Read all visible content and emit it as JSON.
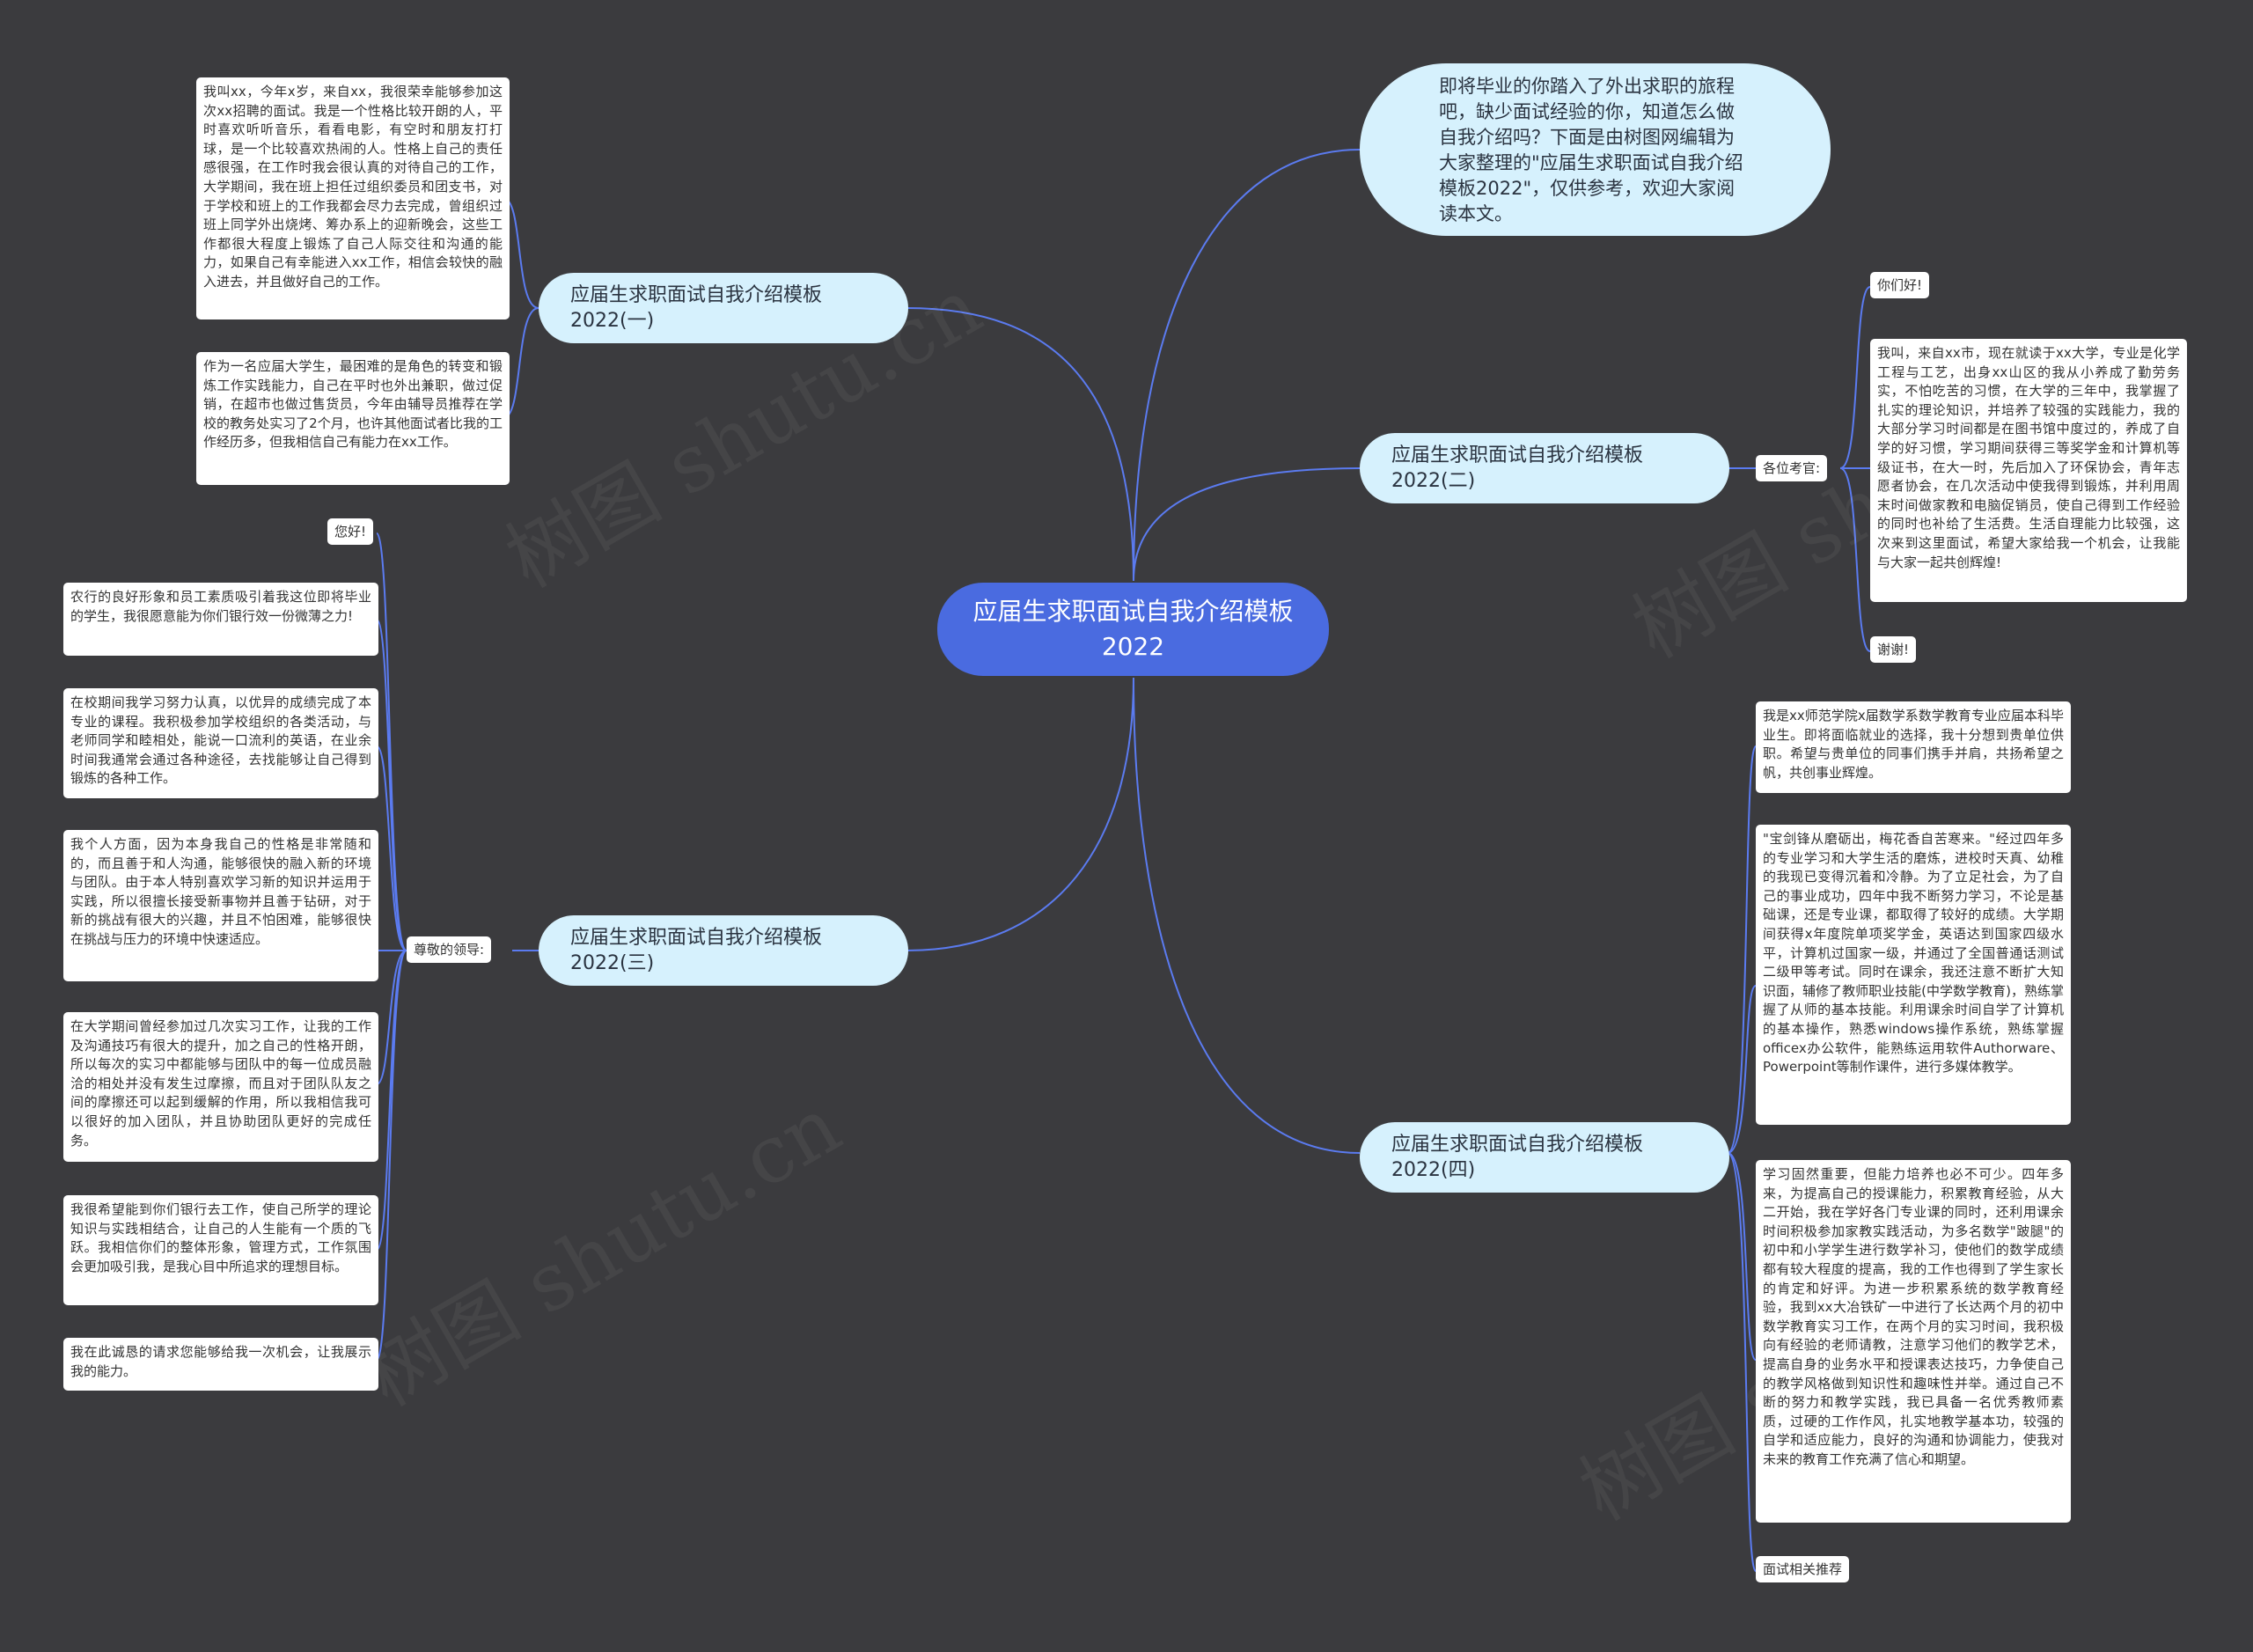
{
  "central": "应届生求职面试自我介绍模板2022",
  "intro": "即将毕业的你踏入了外出求职的旅程吧，缺少面试经验的你，知道怎么做自我介绍吗？下面是由树图网编辑为大家整理的\"应届生求职面试自我介绍模板2022\"，仅供参考，欢迎大家阅读本文。",
  "b1": {
    "title": "应届生求职面试自我介绍模板2022(一)",
    "leaves": [
      "我叫xx，今年x岁，来自xx，我很荣幸能够参加这次xx招聘的面试。我是一个性格比较开朗的人，平时喜欢听听音乐，看看电影，有空时和朋友打打球，是一个比较喜欢热闹的人。性格上自己的责任感很强，在工作时我会很认真的对待自己的工作，大学期间，我在班上担任过组织委员和团支书，对于学校和班上的工作我都会尽力去完成，曾组织过班上同学外出烧烤、筹办系上的迎新晚会，这些工作都很大程度上锻炼了自己人际交往和沟通的能力，如果自己有幸能进入xx工作，相信会较快的融入进去，并且做好自己的工作。",
      "作为一名应届大学生，最困难的是角色的转变和锻炼工作实践能力，自己在平时也外出兼职，做过促销，在超市也做过售货员，今年由辅导员推荐在学校的教务处实习了2个月，也许其他面试者比我的工作经历多，但我相信自己有能力在xx工作。"
    ]
  },
  "b2": {
    "title": "应届生求职面试自我介绍模板2022(二)",
    "sub": "各位考官:",
    "leaves": [
      "你们好!",
      "我叫，来自xx市，现在就读于xx大学，专业是化学工程与工艺，出身xx山区的我从小养成了勤劳务实，不怕吃苦的习惯，在大学的三年中，我掌握了扎实的理论知识，并培养了较强的实践能力，我的大部分学习时间都是在图书馆中度过的，养成了自学的好习惯，学习期间获得三等奖学金和计算机等级证书，在大一时，先后加入了环保协会，青年志愿者协会，在几次活动中使我得到锻炼，并利用周末时间做家教和电脑促销员，使自己得到工作经验的同时也补给了生活费。生活自理能力比较强，这次来到这里面试，希望大家给我一个机会，让我能与大家一起共创辉煌!",
      "谢谢!"
    ]
  },
  "b3": {
    "title": "应届生求职面试自我介绍模板2022(三)",
    "sub": "尊敬的领导:",
    "leaves": [
      "您好!",
      "农行的良好形象和员工素质吸引着我这位即将毕业的学生，我很愿意能为你们银行效一份微薄之力!",
      "在校期间我学习努力认真，以优异的成绩完成了本专业的课程。我积极参加学校组织的各类活动，与老师同学和睦相处，能说一口流利的英语，在业余时间我通常会通过各种途径，去找能够让自己得到锻炼的各种工作。",
      "我个人方面，因为本身我自己的性格是非常随和的，而且善于和人沟通，能够很快的融入新的环境与团队。由于本人特别喜欢学习新的知识并运用于实践，所以很擅长接受新事物并且善于钻研，对于新的挑战有很大的兴趣，并且不怕困难，能够很快在挑战与压力的环境中快速适应。",
      "在大学期间曾经参加过几次实习工作，让我的工作及沟通技巧有很大的提升，加之自己的性格开朗，所以每次的实习中都能够与团队中的每一位成员融洽的相处并没有发生过摩擦，而且对于团队队友之间的摩擦还可以起到缓解的作用，所以我相信我可以很好的加入团队，并且协助团队更好的完成任务。",
      "我很希望能到你们银行去工作，使自己所学的理论知识与实践相结合，让自己的人生能有一个质的飞跃。我相信你们的整体形象，管理方式，工作氛围会更加吸引我，是我心目中所追求的理想目标。",
      "我在此诚恳的请求您能够给我一次机会，让我展示我的能力。"
    ]
  },
  "b4": {
    "title": "应届生求职面试自我介绍模板2022(四)",
    "leaves": [
      "我是xx师范学院x届数学系数学教育专业应届本科毕业生。即将面临就业的选择，我十分想到贵单位供职。希望与贵单位的同事们携手并肩，共扬希望之帆，共创事业辉煌。",
      "\"宝剑锋从磨砺出，梅花香自苦寒来。\"经过四年多的专业学习和大学生活的磨炼，进校时天真、幼稚的我现已变得沉着和冷静。为了立足社会，为了自己的事业成功，四年中我不断努力学习，不论是基础课，还是专业课，都取得了较好的成绩。大学期间获得x年度院单项奖学金，英语达到国家四级水平，计算机过国家一级，并通过了全国普通话测试二级甲等考试。同时在课余，我还注意不断扩大知识面，辅修了教师职业技能(中学数学教育)，熟练掌握了从师的基本技能。利用课余时间自学了计算机的基本操作，熟悉windows操作系统，熟练掌握officex办公软件，能熟练运用软件Authorware、Powerpoint等制作课件，进行多媒体教学。",
      "学习固然重要，但能力培养也必不可少。四年多来，为提高自己的授课能力，积累教育经验，从大二开始，我在学好各门专业课的同时，还利用课余时间积极参加家教实践活动，为多名数学\"跛腿\"的初中和小学学生进行数学补习，使他们的数学成绩都有较大程度的提高，我的工作也得到了学生家长的肯定和好评。为进一步积累系统的数学教育经验，我到xx大冶铁矿一中进行了长达两个月的初中数学教育实习工作，在两个月的实习时间，我积极向有经验的老师请教，注意学习他们的教学艺术，提高自身的业务水平和授课表达技巧，力争使自己的教学风格做到知识性和趣味性并举。通过自己不断的努力和教学实践，我已具备一名优秀教师素质，过硬的工作作风，扎实地教学基本功，较强的自学和适应能力，良好的沟通和协调能力，使我对未来的教育工作充满了信心和期望。",
      "面试相关推荐"
    ]
  },
  "watermarks": [
    "树图 shutu.cn",
    "树图 shutu.cn",
    "树图 shutu.cn",
    "树图 shutu.cn"
  ],
  "colors": {
    "link": "#5b7bf0",
    "central": "#4a6be0",
    "branch": "#d6f1fd",
    "background": "#3b3b3e"
  }
}
